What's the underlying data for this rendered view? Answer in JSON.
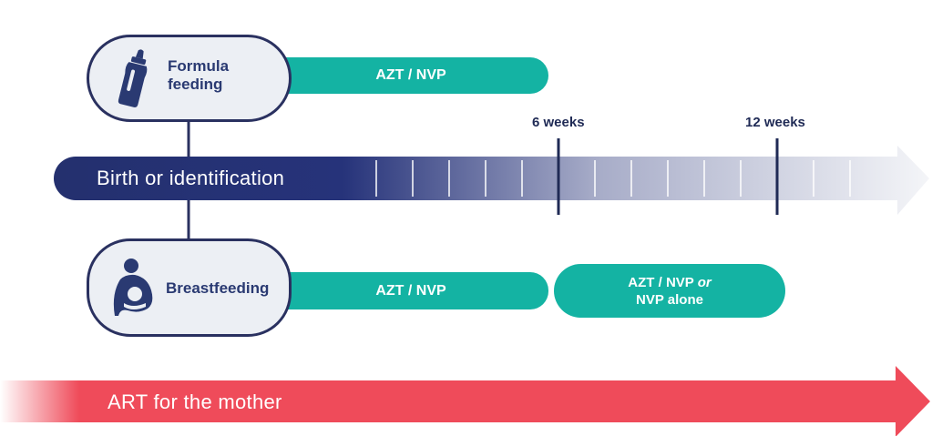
{
  "timeline": {
    "start_label": "Birth or identification",
    "milestones": [
      "6 weeks",
      "12 weeks"
    ]
  },
  "formula": {
    "label_line1": "Formula",
    "label_line2": "feeding",
    "icon": "baby-bottle-icon",
    "regimen": "AZT / NVP"
  },
  "breastfeeding": {
    "label": "Breastfeeding",
    "icon": "breastfeeding-icon",
    "regimen_first": "AZT / NVP",
    "regimen_second_line1_prefix": "AZT / NVP ",
    "regimen_second_line1_italic": "or",
    "regimen_second_line2": "NVP alone"
  },
  "mother": {
    "label": "ART for the mother"
  },
  "colors": {
    "navy": "#2a3a72",
    "teal": "#14b3a3",
    "red": "#ef4b5a",
    "pill_bg": "#eceff4"
  }
}
